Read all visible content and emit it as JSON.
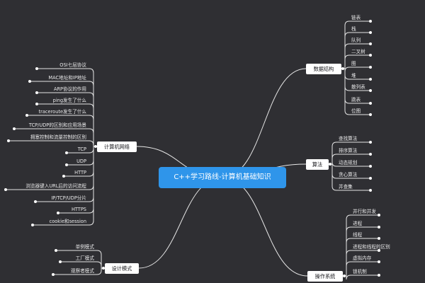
{
  "central": "C++学习路线-计算机基础知识",
  "branches": {
    "data_structures": {
      "label": "数据结构",
      "items": [
        "链表",
        "栈",
        "队列",
        "二叉树",
        "图",
        "堆",
        "散列表",
        "跳表",
        "位图"
      ]
    },
    "algorithms": {
      "label": "算法",
      "items": [
        "查找算法",
        "排序算法",
        "动态规划",
        "贪心算法",
        "并查集"
      ]
    },
    "networking": {
      "label": "计算机网络",
      "items": [
        "OSI七层协议",
        "MAC地址和IP地址",
        "ARP协议的作用",
        "ping发生了什么",
        "traceroute发生了什么",
        "TCP/UDP的区别和应用场景",
        "拥塞控制和流量控制的区别",
        "TCP",
        "UDP",
        "HTTP",
        "浏览器键入URL后的访问流程",
        "IP/TCP/UDP分片",
        "HTTPS",
        "cookie和session"
      ]
    },
    "design_patterns": {
      "label": "设计模式",
      "items": [
        "单例模式",
        "工厂模式",
        "观察者模式"
      ]
    },
    "operating_systems": {
      "label": "操作系统",
      "items": [
        "并行和并发",
        "进程",
        "线程",
        "进程和线程的区别",
        "虚拟内存",
        "锁机制"
      ]
    }
  },
  "colors": {
    "background": "#2f2f33",
    "line": "#e6e6e6",
    "central_fill": "#2f95ea",
    "branch_fill": "#ffffff",
    "text": "#e9e9ea"
  }
}
